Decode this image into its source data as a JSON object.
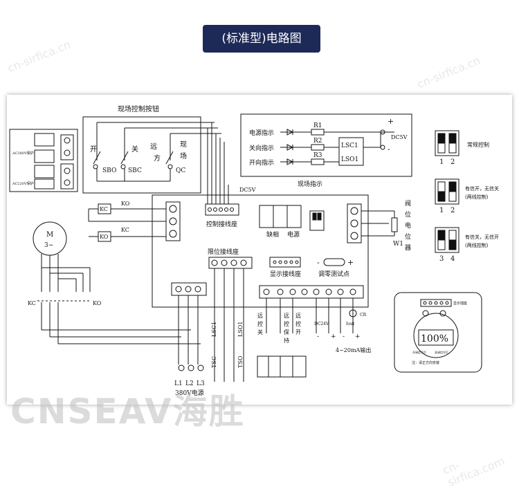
{
  "title": "(标准型)电路图",
  "watermarks": [
    "cn-sirfica.cn",
    "cn-sirfica.com"
  ],
  "brand": "CNSEAV海胜",
  "labels": {
    "field_buttons": "现场控制按钮",
    "open": "开",
    "close": "关",
    "remote": "远",
    "direction": "方",
    "field": "现",
    "field2": "场",
    "sbo": "SBO",
    "sbc": "SBC",
    "qc": "QC",
    "power_ind": "电源指示",
    "close_ind": "关向指示",
    "open_ind": "开向指示",
    "r1": "R1",
    "r2": "R2",
    "r3": "R3",
    "lsc1": "LSC1",
    "lso1": "LSO1",
    "plus": "+",
    "minus": "-",
    "dc5v": "DC5V",
    "field_indication": "现场指示",
    "ko": "KO",
    "kc": "KC",
    "m": "M",
    "m3": "3~",
    "dc5v_b": "DC5V",
    "ctrl_terminal": "控制接线座",
    "phase_missing": "缺相",
    "power": "电源",
    "valve_pos_pot": [
      "阀",
      "位",
      "电",
      "位",
      "器"
    ],
    "w1": "W1",
    "limit_terminal": "限位接线座",
    "display_terminal": "显示接线座",
    "zero_test": "调零测试点",
    "lsc1_v": "LSC1",
    "lso1_v": "LSO1",
    "tsc": "TSC",
    "tso": "TSO",
    "remote_close": [
      "远",
      "控",
      "关"
    ],
    "remote_hold": [
      "远",
      "控",
      "保",
      "持"
    ],
    "remote_open": [
      "远",
      "控",
      "开"
    ],
    "dc24v": "DC24V",
    "iout": "Iout",
    "cr": "CR",
    "out_4_20": "4~20mA输出",
    "l1": "L1",
    "l2": "L2",
    "l3": "L3",
    "v380": "380V电源",
    "dip_normal": "常规控制",
    "dip_sig_open": [
      "有信开，无信关",
      "(两线控制)"
    ],
    "dip_sig_close": [
      "有信关，无信开",
      "(两线控制)"
    ],
    "dip_num_1": "1",
    "dip_num_2": "2",
    "dip_num_3": "3",
    "dip_num_4": "4",
    "display_value": "100%",
    "display_socket": "显示插座",
    "display_note": "注：请正方向安装",
    "display_labels": [
      "开阀信号灯",
      "关阀信号灯"
    ],
    "relay_labels": [
      "AC380V保护",
      "AC220V保护"
    ],
    "dip_sw_nums": [
      "1",
      "2"
    ]
  }
}
